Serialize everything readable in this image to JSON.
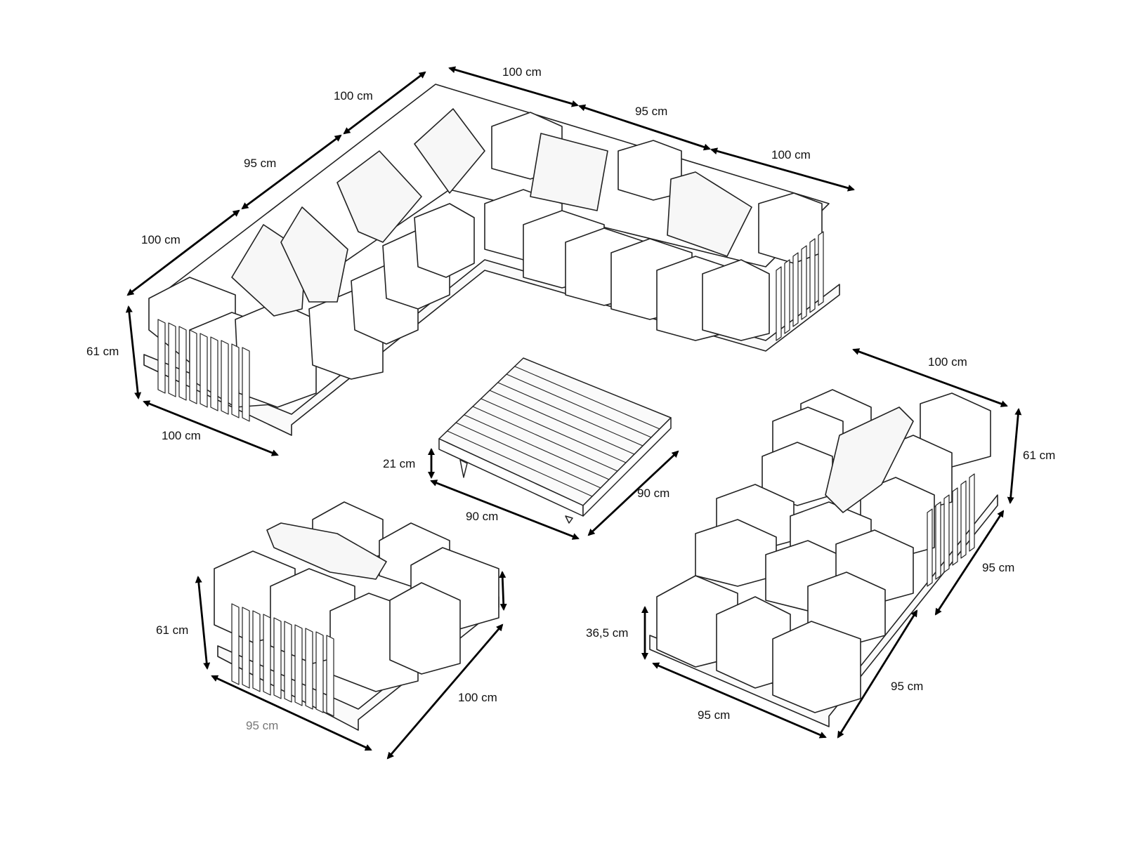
{
  "dimensions": {
    "top_back_1": "100 cm",
    "top_back_2": "95 cm",
    "top_back_3": "100 cm",
    "left_side_1": "100 cm",
    "left_side_2": "95 cm",
    "left_side_3": "100 cm",
    "sofa_height": "61 cm",
    "sofa_depth": "100 cm",
    "table_height": "21 cm",
    "table_width": "90 cm",
    "table_depth": "90 cm",
    "chaise_width": "100 cm",
    "chaise_height": "61 cm",
    "chaise_depth_back": "95 cm",
    "chaise_depth_front": "95 cm",
    "ottoman_width": "95 cm",
    "ottoman_height": "36,5 cm",
    "chair_height": "61 cm",
    "chair_depth": "100 cm",
    "chair_width": "95 cm"
  }
}
